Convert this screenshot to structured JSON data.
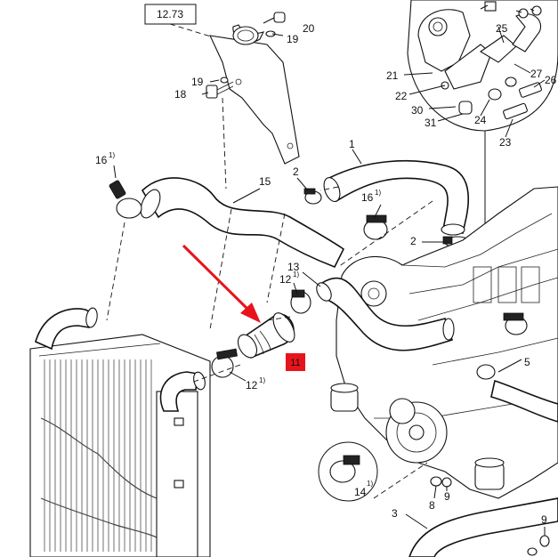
{
  "reference_box": "12.73",
  "callouts": [
    {
      "id": "c1",
      "text": "1",
      "sup": ""
    },
    {
      "id": "c2a",
      "text": "2",
      "sup": ""
    },
    {
      "id": "c2b",
      "text": "2",
      "sup": ""
    },
    {
      "id": "c3",
      "text": "3",
      "sup": ""
    },
    {
      "id": "c5",
      "text": "5",
      "sup": ""
    },
    {
      "id": "c8",
      "text": "8",
      "sup": ""
    },
    {
      "id": "c9a",
      "text": "9",
      "sup": ""
    },
    {
      "id": "c9b",
      "text": "9",
      "sup": ""
    },
    {
      "id": "c12a",
      "text": "12",
      "sup": "1)"
    },
    {
      "id": "c12b",
      "text": "12",
      "sup": "1)"
    },
    {
      "id": "c13",
      "text": "13",
      "sup": ""
    },
    {
      "id": "c14",
      "text": "14",
      "sup": "1)"
    },
    {
      "id": "c15",
      "text": "15",
      "sup": ""
    },
    {
      "id": "c16a",
      "text": "16",
      "sup": "1)"
    },
    {
      "id": "c16b",
      "text": "16",
      "sup": "1)"
    },
    {
      "id": "c18",
      "text": "18",
      "sup": ""
    },
    {
      "id": "c19a",
      "text": "19",
      "sup": ""
    },
    {
      "id": "c19b",
      "text": "19",
      "sup": ""
    },
    {
      "id": "c20",
      "text": "20",
      "sup": ""
    },
    {
      "id": "c21",
      "text": "21",
      "sup": ""
    },
    {
      "id": "c22",
      "text": "22",
      "sup": ""
    },
    {
      "id": "c23",
      "text": "23",
      "sup": ""
    },
    {
      "id": "c24",
      "text": "24",
      "sup": ""
    },
    {
      "id": "c25",
      "text": "25",
      "sup": ""
    },
    {
      "id": "c26",
      "text": "26",
      "sup": ""
    },
    {
      "id": "c27",
      "text": "27",
      "sup": ""
    },
    {
      "id": "c30",
      "text": "30",
      "sup": ""
    },
    {
      "id": "c31",
      "text": "31",
      "sup": ""
    }
  ],
  "highlight": {
    "text": "11",
    "color": "#e8141c"
  },
  "arrow_color": "#e8141c"
}
